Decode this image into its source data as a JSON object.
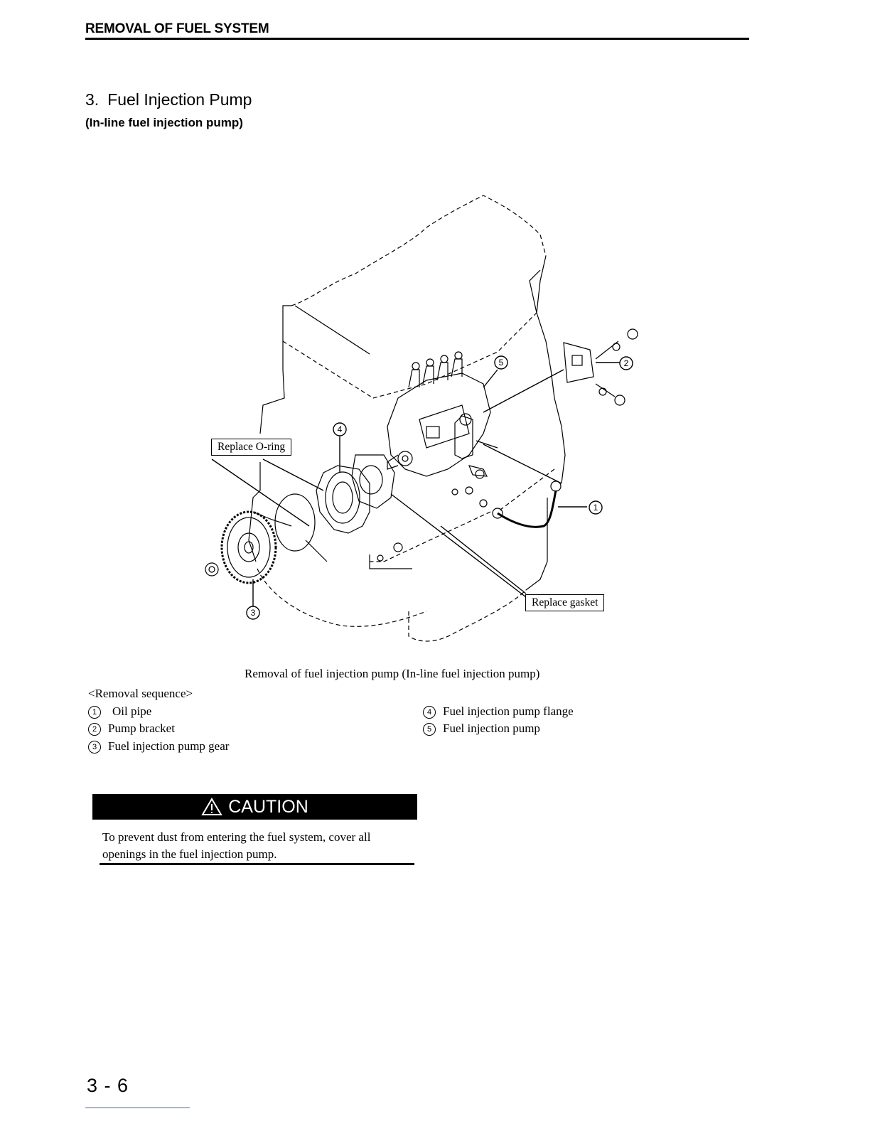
{
  "header": {
    "title": "REMOVAL OF FUEL SYSTEM"
  },
  "section": {
    "number": "3.",
    "title": "Fuel Injection Pump",
    "subtitle": "(In-line fuel injection pump)"
  },
  "figure": {
    "callouts": {
      "oring": "Replace O-ring",
      "gasket": "Replace gasket"
    },
    "markers": [
      "①",
      "②",
      "③",
      "④",
      "⑤"
    ],
    "caption": "Removal of fuel injection pump (In-line fuel injection pump)"
  },
  "sequence": {
    "title": "<Removal sequence>",
    "items": [
      {
        "num": "1",
        "label": "Oil pipe"
      },
      {
        "num": "2",
        "label": "Pump bracket"
      },
      {
        "num": "3",
        "label": "Fuel injection pump gear"
      },
      {
        "num": "4",
        "label": "Fuel injection pump flange"
      },
      {
        "num": "5",
        "label": "Fuel injection pump"
      }
    ]
  },
  "caution": {
    "heading": "CAUTION",
    "text": "To prevent dust from entering the fuel system, cover all openings in the fuel injection pump."
  },
  "footer": {
    "page": "3 - 6"
  }
}
